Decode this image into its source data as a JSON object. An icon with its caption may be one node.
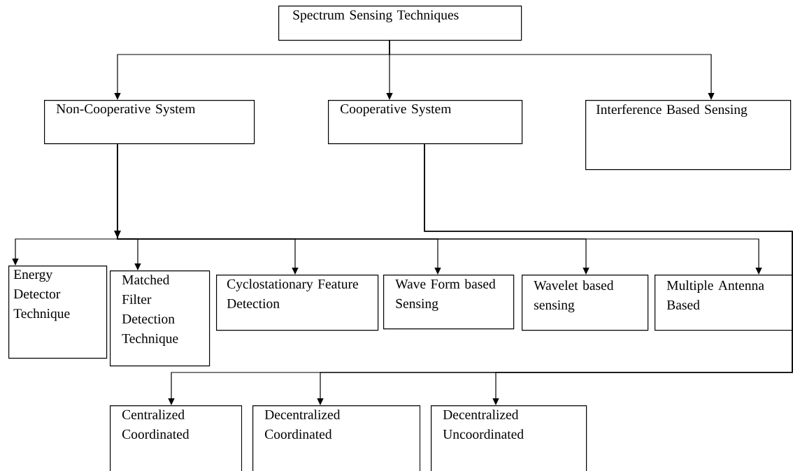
{
  "diagram": {
    "nodes": [
      {
        "text": [
          "Spectrum Sensing Techniques"
        ]
      },
      {
        "text": [
          "Non-Cooperative System"
        ]
      },
      {
        "text": [
          "Cooperative System"
        ]
      },
      {
        "text": [
          "Interference Based Sensing"
        ]
      },
      {
        "text": [
          "Energy Detector Technique"
        ]
      },
      {
        "text": [
          "Matched Filter Detection Technique"
        ]
      },
      {
        "text": [
          "Cyclostationary Feature Detection"
        ]
      },
      {
        "text": [
          "Wave Form based Sensing"
        ]
      },
      {
        "text": [
          "Wavelet based sensing"
        ]
      },
      {
        "text": [
          "Multiple Antenna Based"
        ]
      },
      {
        "text": [
          "Centralized Coordinated"
        ]
      },
      {
        "text": [
          "Decentralized Coordinated"
        ]
      },
      {
        "text": [
          "Decentralized Uncoordinated"
        ]
      }
    ],
    "edges": [
      {
        "from": 0,
        "to": 1,
        "arrow": "to"
      },
      {
        "from": 0,
        "to": 2,
        "arrow": "to"
      },
      {
        "from": 0,
        "to": 3,
        "arrow": "to"
      },
      {
        "from": 1,
        "to": 4,
        "arrow": "to"
      },
      {
        "from": 1,
        "to": 5,
        "arrow": "to"
      },
      {
        "from": 1,
        "to": 6,
        "arrow": "to"
      },
      {
        "from": 1,
        "to": 7,
        "arrow": "to"
      },
      {
        "from": 1,
        "to": 8,
        "arrow": "to"
      },
      {
        "from": 1,
        "to": 9,
        "arrow": "to"
      },
      {
        "from": 2,
        "to": 10,
        "arrow": "to"
      },
      {
        "from": 2,
        "to": 11,
        "arrow": "to"
      },
      {
        "from": 2,
        "to": 12,
        "arrow": "to"
      }
    ]
  }
}
